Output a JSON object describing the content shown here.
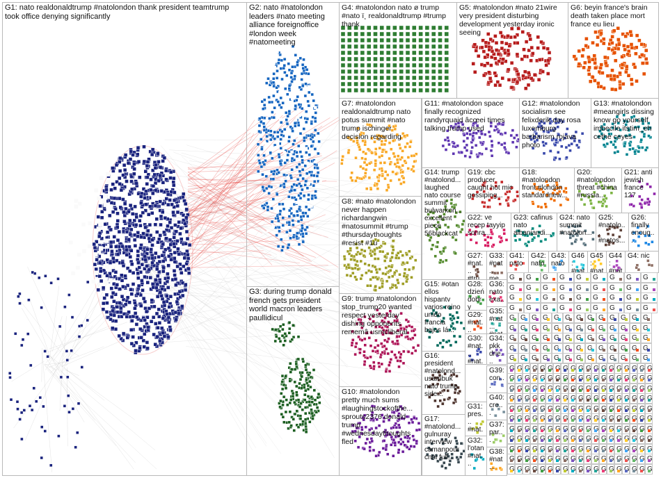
{
  "graph": {
    "groups": [
      {
        "id": "G1",
        "label": "G1: nato realdonaldtrump #natolondon thank president teamtrump took office denying significantly",
        "color": "#1a237e"
      },
      {
        "id": "G2",
        "label": "G2: nato #natolondon leaders #nato meeting alliance foreignoffice #london week #natomeeting",
        "color": "#1565c0"
      },
      {
        "id": "G3",
        "label": "G3: during trump donald french gets president world macron leaders paullidicul",
        "color": "#1b5e20"
      },
      {
        "id": "G4",
        "label": "G4: #natolondon nato ø trump #nato ï¸ realdonaldtrump #trump thank",
        "color": "#2e7d32"
      },
      {
        "id": "G5",
        "label": "G5: #natolondon #nato 21wire very president disturbing development yesterday ironic seeing",
        "color": "#b71c1c"
      },
      {
        "id": "G6",
        "label": "G6: beyin france's brain death taken place mort france eu lieu",
        "color": "#e65100"
      },
      {
        "id": "G7",
        "label": "G7: #natolondon realdonaldtrump nato potus summit #nato trump ischinger decision regarding",
        "color": "#f9a825"
      },
      {
        "id": "G8",
        "label": "G8: #nato #natolondon never happen richardangwin #natosummit #trump #thursdaythoughts #resist #1u",
        "color": "#9e9d24"
      },
      {
        "id": "G9",
        "label": "G9: trump #natolondon stop_trump20 wanted respect yesterday dishing opponents rememâ usmcliberal",
        "color": "#ad1457"
      },
      {
        "id": "G10",
        "label": "G10: #natolondon pretty much sums #laughingstockofthe... sprouts2376 donald trump #wednesdaythoughts fled",
        "color": "#6a1b9a"
      },
      {
        "id": "G11",
        "label": "G11: #natolondon space finally recognized randyrquaid âcœei times talking trump used",
        "color": "#5e35b1"
      },
      {
        "id": "G12",
        "label": "G12: #natolondon socialism see felixderik day rosa luxemburg barbarism rojava photo",
        "color": "#3949ab"
      },
      {
        "id": "G13",
        "label": "G13: #natolondon #meangirls dissing know go yourself imbecile itstim_eh cethe ceyes",
        "color": "#00838f"
      },
      {
        "id": "G14",
        "label": "G14: trump #natolond... laughed nato course summit bulwarkon... excellent piece 56blackcat",
        "color": "#558b2f"
      },
      {
        "id": "G15",
        "label": "G15: #otan ellos hispantv varios reino unido francia bajos lá...",
        "color": "#00695c"
      },
      {
        "id": "G16",
        "label": "G16: president #natolond... usambuk nato trump side...",
        "color": "#4e342e"
      },
      {
        "id": "G17",
        "label": "G17: #natolond... gulnuray interview camanpour cnni full...",
        "color": "#37474f"
      },
      {
        "id": "G18",
        "label": "G18: #natolondon front #london standardnew...",
        "color": "#ef6c00"
      },
      {
        "id": "G19",
        "label": "G19: cbc producer caught hot mic gossiping...",
        "color": "#c62828"
      },
      {
        "id": "G20",
        "label": "G20: #natolondon threat #china #russia...",
        "color": "#7cb342"
      },
      {
        "id": "G21",
        "label": "G21: anti jewish france 127",
        "color": "#8e24aa"
      },
      {
        "id": "G22",
        "label": "G22: ve recep tayyip sonra...",
        "color": "#d81b60"
      },
      {
        "id": "G23",
        "label": "G23: cafinus nato albaniandi...",
        "color": "#00897b"
      },
      {
        "id": "G24",
        "label": "G24: nato summit #natolon...",
        "color": "#546e7a"
      },
      {
        "id": "G25",
        "label": "G25: #natolo... #natos...",
        "color": "#5d4037"
      },
      {
        "id": "G26",
        "label": "G26: finally enoug...",
        "color": "#1e88e5"
      },
      {
        "id": "G27",
        "label": "G27: #nat... #tru... inde...",
        "color": "#6d4c41"
      },
      {
        "id": "G28",
        "label": "G28: dzień dobry dzis...",
        "color": "#43a047"
      },
      {
        "id": "G29",
        "label": "G29: #nat... #nat...",
        "color": "#f4511e"
      },
      {
        "id": "G30",
        "label": "G30: #nat... #nat... nato...",
        "color": "#3949ab"
      },
      {
        "id": "G31",
        "label": "G31: pres... #nat...",
        "color": "#c0ca33"
      },
      {
        "id": "G32",
        "label": "G32: l'otan #nat...",
        "color": "#00acc1"
      },
      {
        "id": "G33",
        "label": "G33: #nat... me...",
        "color": "#8d6e63"
      },
      {
        "id": "G34",
        "label": "G34: pkk drie...",
        "color": "#7e57c2"
      },
      {
        "id": "G35",
        "label": "G35: #nat... #nat...",
        "color": "#26a69a"
      },
      {
        "id": "G36",
        "label": "G36: nato exa...",
        "color": "#ec407a"
      },
      {
        "id": "G37",
        "label": "G37: par...",
        "color": "#9ccc65"
      },
      {
        "id": "G38",
        "label": "G38: #nat...",
        "color": "#ffa726"
      },
      {
        "id": "G39",
        "label": "G39: con...",
        "color": "#5c6bc0"
      },
      {
        "id": "G40",
        "label": "G40: cre...",
        "color": "#78909c"
      },
      {
        "id": "G41",
        "label": "G41: nato",
        "color": "#ef5350"
      },
      {
        "id": "G42",
        "label": "G42: nato",
        "color": "#66bb6a"
      },
      {
        "id": "G43",
        "label": "G43: nato",
        "color": "#42a5f5"
      },
      {
        "id": "G44",
        "label": "G44: #nat",
        "color": "#ab47bc"
      },
      {
        "id": "G45",
        "label": "G45: #nat",
        "color": "#ffca28"
      },
      {
        "id": "G46",
        "label": "G46: #nat",
        "color": "#26c6da"
      },
      {
        "id": "G47",
        "label": "G4: nic",
        "color": "#8d6e63"
      }
    ],
    "mini_cell_glyph": "G"
  }
}
